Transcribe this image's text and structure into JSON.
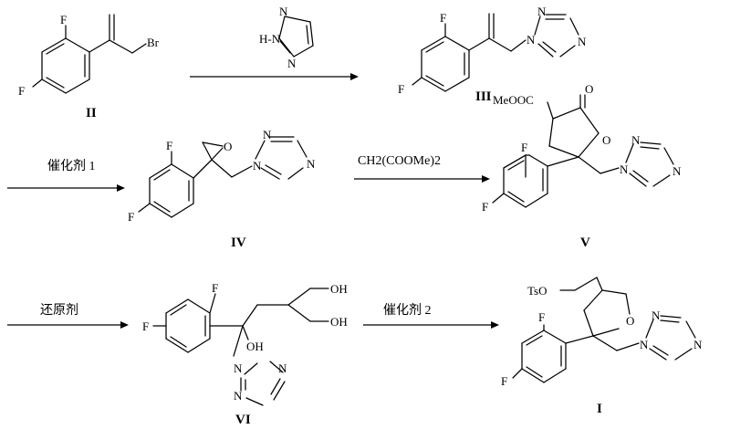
{
  "compounds": {
    "II": "II",
    "III": "III",
    "IV": "IV",
    "V": "V",
    "VI": "VI",
    "I": "I"
  },
  "reagents": {
    "catalyst1": "催化剂 1",
    "malonate": "CH2(COOMe)2",
    "reducing_agent": "还原剂",
    "catalyst2": "催化剂 2"
  },
  "atoms": {
    "F": "F",
    "Br": "Br",
    "N": "N",
    "HN": "H-N",
    "O": "O",
    "OH": "OH",
    "MeOOC": "MeOOC",
    "TsO": "TsO"
  }
}
